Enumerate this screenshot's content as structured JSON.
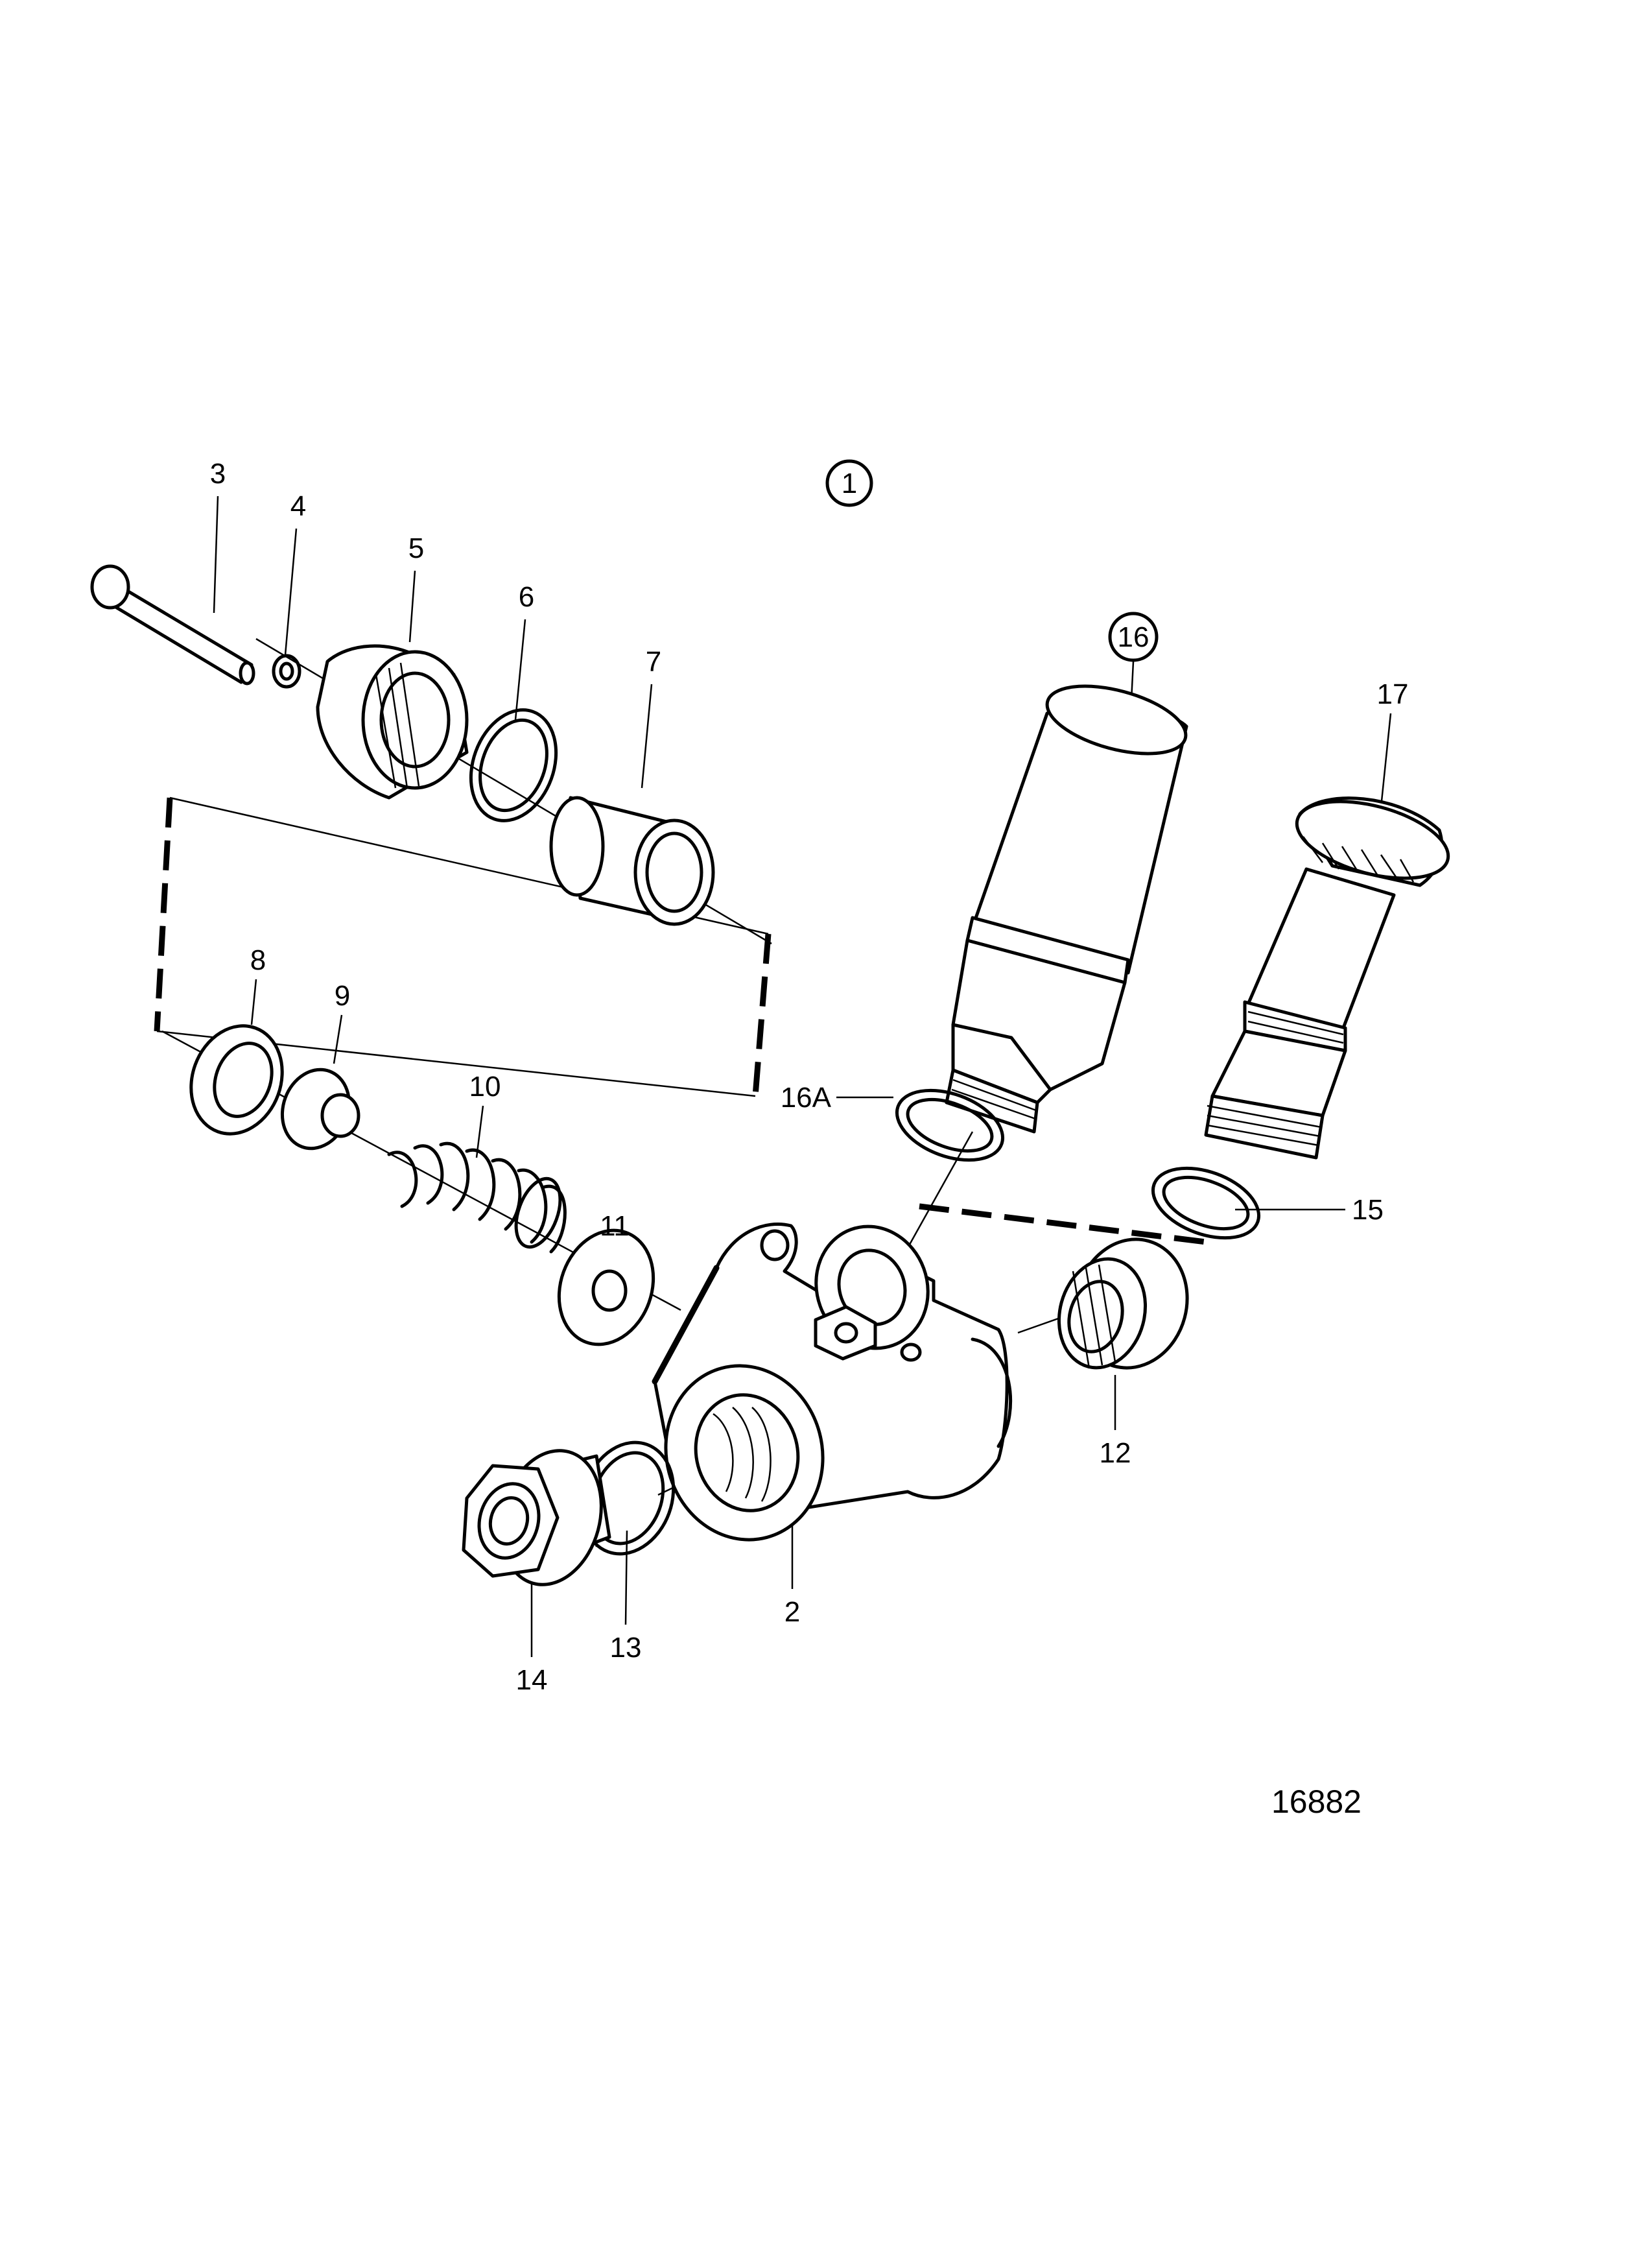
{
  "callouts": {
    "c1": "1",
    "c2": "2",
    "c3": "3",
    "c4": "4",
    "c5": "5",
    "c6": "6",
    "c7": "7",
    "c8": "8",
    "c9": "9",
    "c10": "10",
    "c11": "11",
    "c12": "12",
    "c13": "13",
    "c14": "14",
    "c15": "15",
    "c16": "16",
    "c16a": "16A",
    "c17": "17"
  },
  "figure_ref": "16882"
}
